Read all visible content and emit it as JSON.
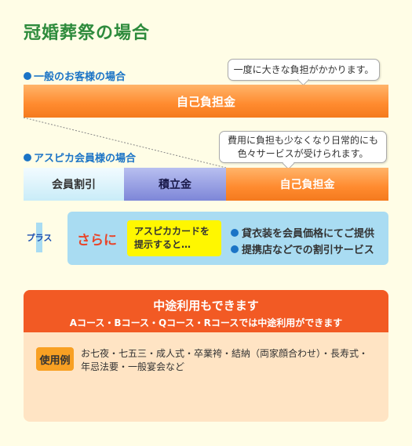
{
  "title": "冠婚葬祭の場合",
  "general": {
    "label": "一般のお客様の場合",
    "bubble": "一度に大きな負担がかかります。",
    "bar": "自己負担金"
  },
  "member": {
    "label": "アスピカ会員様の場合",
    "bubble_line1": "費用に負担も少なくなり日常的にも",
    "bubble_line2": "色々サービスが受けられます。",
    "seg1": "会員割引",
    "seg2": "積立金",
    "seg3": "自己負担金"
  },
  "plus": {
    "tag": "プラス",
    "sarani": "さらに",
    "card_line1": "アスピカカードを",
    "card_line2": "提示すると…",
    "benefit1": "貸衣装を会員価格にてご提供",
    "benefit2": "提携店などでの割引サービス"
  },
  "midway": {
    "heading": "中途利用もできます",
    "subheading": "Aコース・Bコース・Qコース・Rコースでは中途利用ができます",
    "tag": "使用例",
    "examples_line1": "お七夜・七五三・成人式・卒業袴・結納（両家顔合わせ）・長寿式・",
    "examples_line2": "年忌法要・一般宴会など"
  },
  "colors": {
    "title": "#2e8b3c",
    "accent_blue": "#1b74c6",
    "orange": "#ff8a2e",
    "midway_header": "#f25a24"
  }
}
